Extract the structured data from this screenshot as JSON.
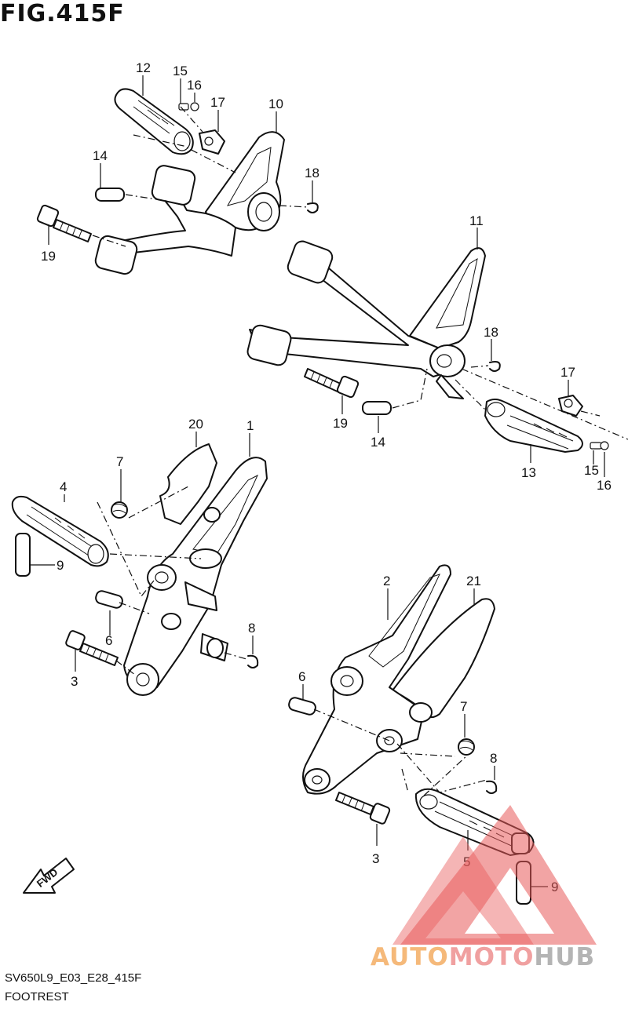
{
  "figure": {
    "title": "FIG.415F"
  },
  "footer": {
    "code": "SV650L9_E03_E28_415F",
    "name": "FOOTREST"
  },
  "direction_label": "FWD",
  "callouts": [
    {
      "id": "c12",
      "label": "12"
    },
    {
      "id": "c15a",
      "label": "15"
    },
    {
      "id": "c16a",
      "label": "16"
    },
    {
      "id": "c17a",
      "label": "17"
    },
    {
      "id": "c10",
      "label": "10"
    },
    {
      "id": "c14a",
      "label": "14"
    },
    {
      "id": "c18a",
      "label": "18"
    },
    {
      "id": "c19a",
      "label": "19"
    },
    {
      "id": "c11",
      "label": "11"
    },
    {
      "id": "c18b",
      "label": "18"
    },
    {
      "id": "c17b",
      "label": "17"
    },
    {
      "id": "c19b",
      "label": "19"
    },
    {
      "id": "c14b",
      "label": "14"
    },
    {
      "id": "c13",
      "label": "13"
    },
    {
      "id": "c15b",
      "label": "15"
    },
    {
      "id": "c16b",
      "label": "16"
    },
    {
      "id": "c20",
      "label": "20"
    },
    {
      "id": "c1",
      "label": "1"
    },
    {
      "id": "c7a",
      "label": "7"
    },
    {
      "id": "c4",
      "label": "4"
    },
    {
      "id": "c9a",
      "label": "9"
    },
    {
      "id": "c6a",
      "label": "6"
    },
    {
      "id": "c8a",
      "label": "8"
    },
    {
      "id": "c3a",
      "label": "3"
    },
    {
      "id": "c2",
      "label": "2"
    },
    {
      "id": "c21",
      "label": "21"
    },
    {
      "id": "c6b",
      "label": "6"
    },
    {
      "id": "c7b",
      "label": "7"
    },
    {
      "id": "c8b",
      "label": "8"
    },
    {
      "id": "c3b",
      "label": "3"
    },
    {
      "id": "c5",
      "label": "5"
    },
    {
      "id": "c9b",
      "label": "9"
    }
  ],
  "watermark": {
    "part1": "AUTO",
    "part2": "MOTO",
    "part3": "HUB",
    "colors": [
      "#f5b97a",
      "#f0a0a0",
      "#b4b4b4"
    ]
  }
}
